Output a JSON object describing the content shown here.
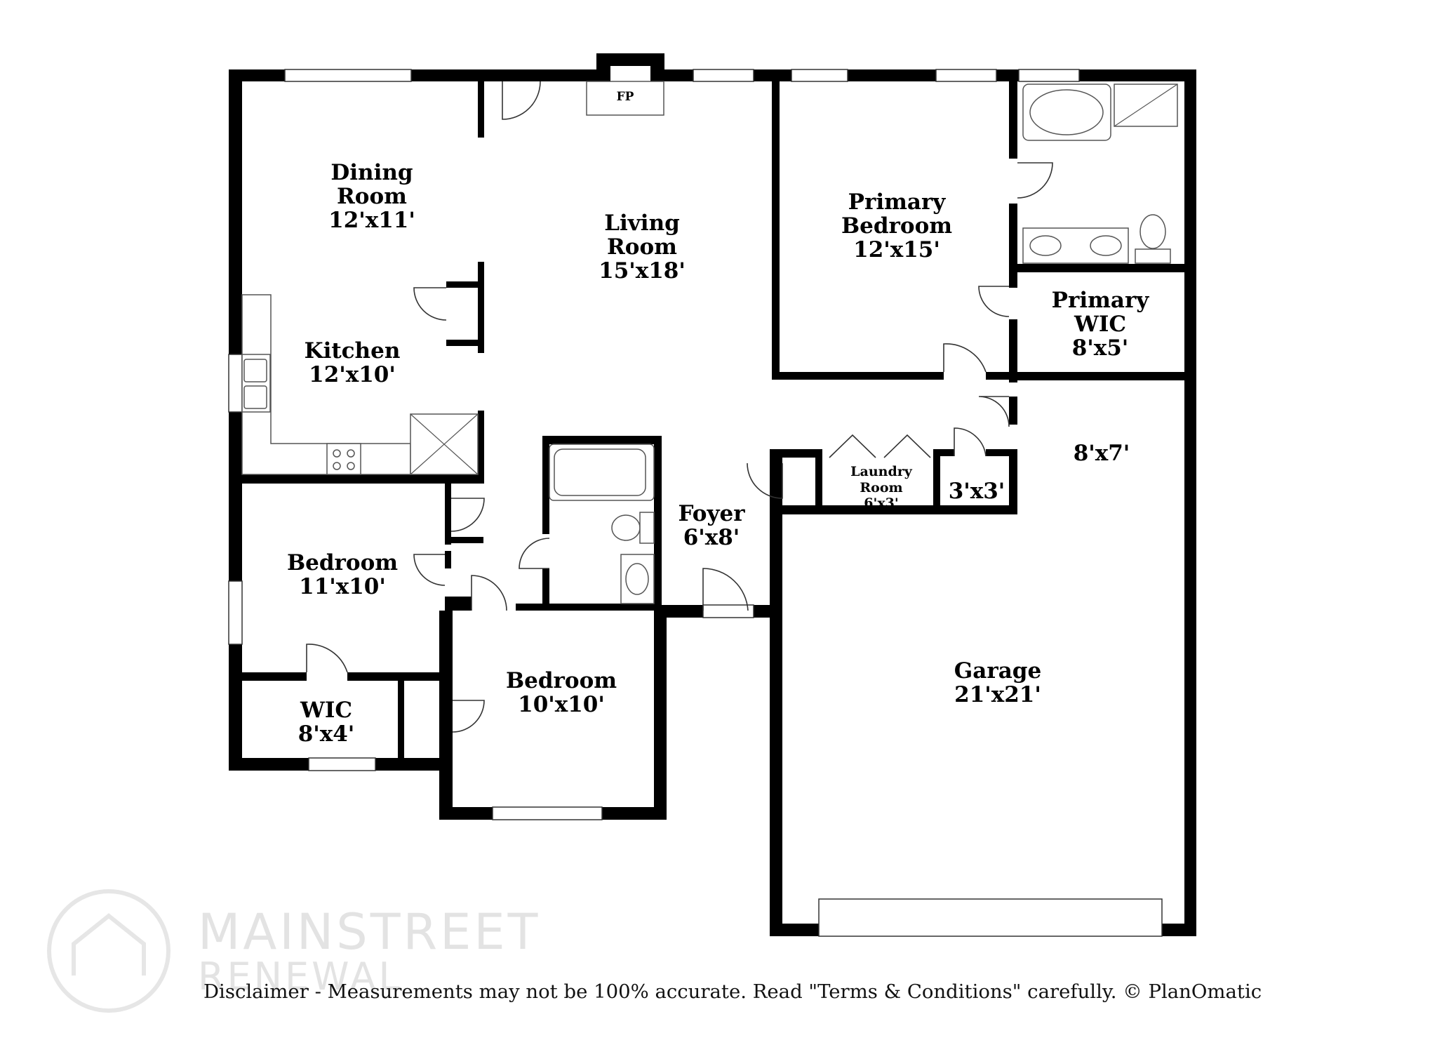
{
  "rooms": {
    "dining": {
      "name_line1": "Dining",
      "name_line2": "Room",
      "size": "12'x11'"
    },
    "living": {
      "name_line1": "Living",
      "name_line2": "Room",
      "size": "15'x18'"
    },
    "kitchen": {
      "name": "Kitchen",
      "size": "12'x10'"
    },
    "primary_bedroom": {
      "name_line1": "Primary",
      "name_line2": "Bedroom",
      "size": "12'x15'"
    },
    "primary_wic": {
      "name_line1": "Primary",
      "name_line2": "WIC",
      "size": "8'x5'"
    },
    "storage": {
      "size": "8'x7'"
    },
    "laundry": {
      "name_line1": "Laundry",
      "name_line2": "Room",
      "size": "6'x3'"
    },
    "closet": {
      "size": "3'x3'"
    },
    "foyer": {
      "name": "Foyer",
      "size": "6'x8'"
    },
    "bedroom_2": {
      "name": "Bedroom",
      "size": "11'x10'"
    },
    "bedroom_3": {
      "name": "Bedroom",
      "size": "10'x10'"
    },
    "wic": {
      "name": "WIC",
      "size": "8'x4'"
    },
    "garage": {
      "name": "Garage",
      "size": "21'x21'"
    }
  },
  "fireplace_label": "FP",
  "watermark": {
    "line1": "MAINSTREET",
    "line2": "RENEWAL"
  },
  "disclaimer": "Disclaimer - Measurements may not be 100% accurate. Read \"Terms & Conditions\" carefully. © PlanOmatic"
}
